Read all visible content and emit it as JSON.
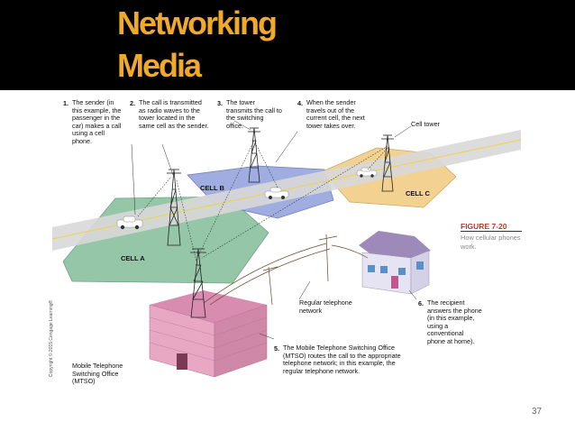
{
  "slide": {
    "title_line1": "Networking",
    "title_line2": "Media",
    "page_number": "37"
  },
  "figure": {
    "number": "FIGURE 7-20",
    "caption": "How cellular phones work.",
    "copyright": "Copyright © 2015 Cengage Learning®",
    "steps": [
      {
        "num": "1.",
        "text": "The sender (in this example, the passenger in the car) makes a call using a cell phone."
      },
      {
        "num": "2.",
        "text": "The call is transmitted as radio waves to the tower located in the same cell as the sender."
      },
      {
        "num": "3.",
        "text": "The tower transmits the call to the switching office."
      },
      {
        "num": "4.",
        "text": "When the sender travels out of the current cell, the next tower takes over."
      },
      {
        "num": "5.",
        "text": "The Mobile Telephone Switching Office (MTSO) routes the call to the appropriate telephone network; in this example, the regular telephone network."
      },
      {
        "num": "6.",
        "text": "The recipient answers the phone (in this example, using a conventional phone at home)."
      }
    ],
    "labels": {
      "cell_tower": "Cell tower",
      "cell_a": "CELL A",
      "cell_b": "CELL B",
      "cell_c": "CELL C",
      "regular_network": "Regular telephone network",
      "mtso": "Mobile Telephone Switching Office (MTSO)"
    },
    "colors": {
      "cell_a": "#8fc4a3",
      "cell_b": "#9aa9e0",
      "cell_c": "#f2cf8c",
      "road": "#d8d8d8",
      "building": "#e8a8c4",
      "house": "#e6e3f2",
      "roof": "#9d8ab9",
      "door": "#c2558e",
      "title": "#f0a92a",
      "figure_number": "#c0392b"
    },
    "icons": [
      "cell-tower-icon",
      "car-icon",
      "office-building-icon",
      "house-icon",
      "utility-pole-icon"
    ]
  }
}
